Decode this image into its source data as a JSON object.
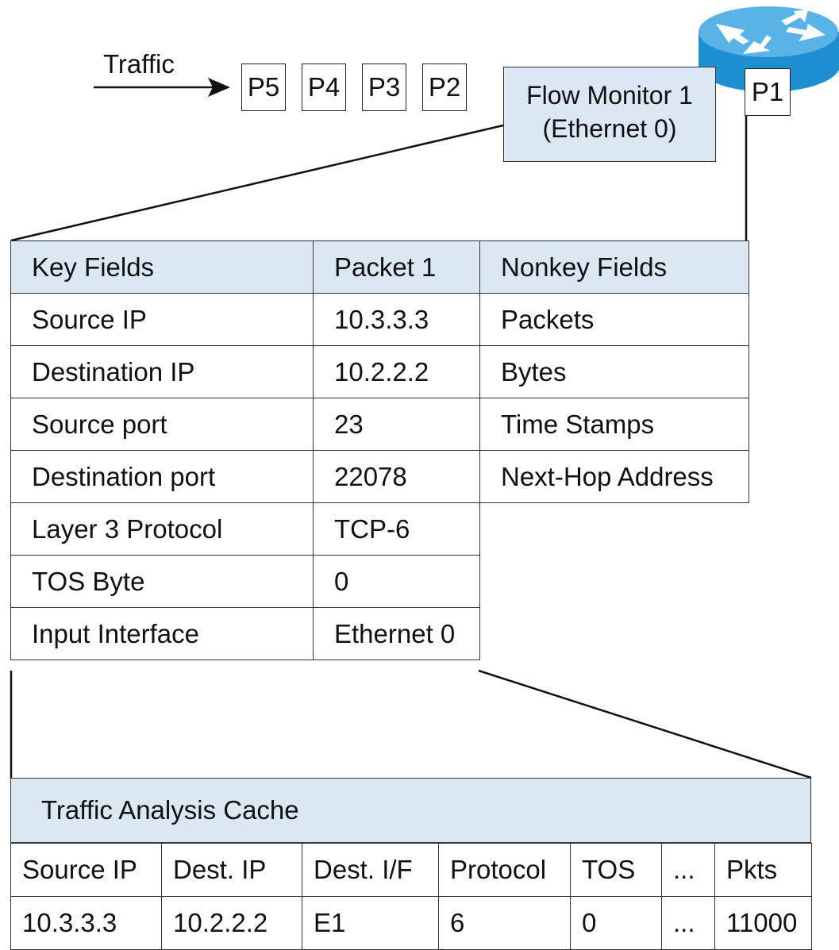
{
  "traffic_label": "Traffic",
  "queued_packets": [
    "P5",
    "P4",
    "P3",
    "P2"
  ],
  "current_packet": "P1",
  "flow_monitor": {
    "line1": "Flow Monitor 1",
    "line2": "(Ethernet 0)"
  },
  "fields_table": {
    "headers": [
      "Key Fields",
      "Packet 1",
      "Nonkey Fields"
    ],
    "rows": [
      {
        "key": "Source IP",
        "value": "10.3.3.3",
        "nonkey": "Packets"
      },
      {
        "key": "Destination IP",
        "value": "10.2.2.2",
        "nonkey": "Bytes"
      },
      {
        "key": "Source port",
        "value": "23",
        "nonkey": "Time Stamps"
      },
      {
        "key": "Destination port",
        "value": "22078",
        "nonkey": "Next-Hop Address"
      },
      {
        "key": "Layer 3 Protocol",
        "value": "TCP-6",
        "nonkey": ""
      },
      {
        "key": "TOS Byte",
        "value": "0",
        "nonkey": ""
      },
      {
        "key": "Input Interface",
        "value": "Ethernet 0",
        "nonkey": ""
      }
    ]
  },
  "cache": {
    "title": "Traffic Analysis Cache",
    "headers": [
      "Source IP",
      "Dest. IP",
      "Dest. I/F",
      "Protocol",
      "TOS",
      "...",
      "Pkts"
    ],
    "row": [
      "10.3.3.3",
      "10.2.2.2",
      "E1",
      "6",
      "0",
      "...",
      "11000"
    ]
  },
  "colors": {
    "box_fill": "#dbe7f3",
    "router_blue": "#1e8fd0"
  },
  "icons": {
    "router": "router-icon"
  }
}
